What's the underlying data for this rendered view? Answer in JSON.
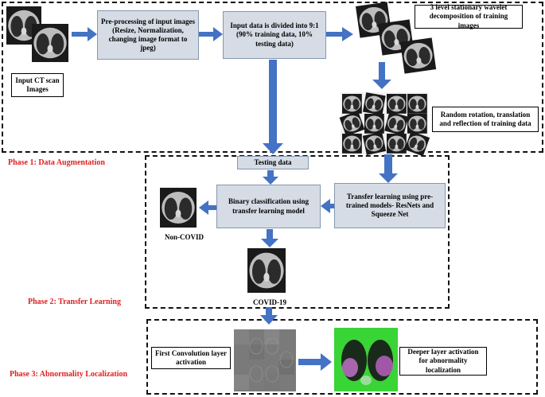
{
  "input_box": "Input CT scan Images",
  "preprocess_box": "Pre-processing of input images (Resize, Normalization, changing image format to jpeg)",
  "split_box": "Input data is divided into 9:1 (90% training data, 10% testing data)",
  "wavelet_box": "3 level stationary wavelet decomposition of training images",
  "augment_box": "Random rotation, translation and reflection of training data",
  "testing_box": "Testing data",
  "classify_box": "Binary classification using transfer learning model",
  "transfer_box": "Transfer learning using pre-trained models- ResNets and Squeeze Net",
  "non_covid_label": "Non-COVID",
  "covid_label": "COVID-19",
  "first_conv_box": "First Convolution layer activation",
  "deeper_box": "Deeper layer activation for abnormality localization",
  "phase1": "Phase 1: Data Augmentation",
  "phase2": "Phase 2: Transfer Learning",
  "phase3": "Phase 3: Abnormality Localization",
  "colors": {
    "arrow": "#4472c4",
    "box_fill": "#d6dce5",
    "phase_text": "#e02020",
    "activation": "#39d435"
  }
}
